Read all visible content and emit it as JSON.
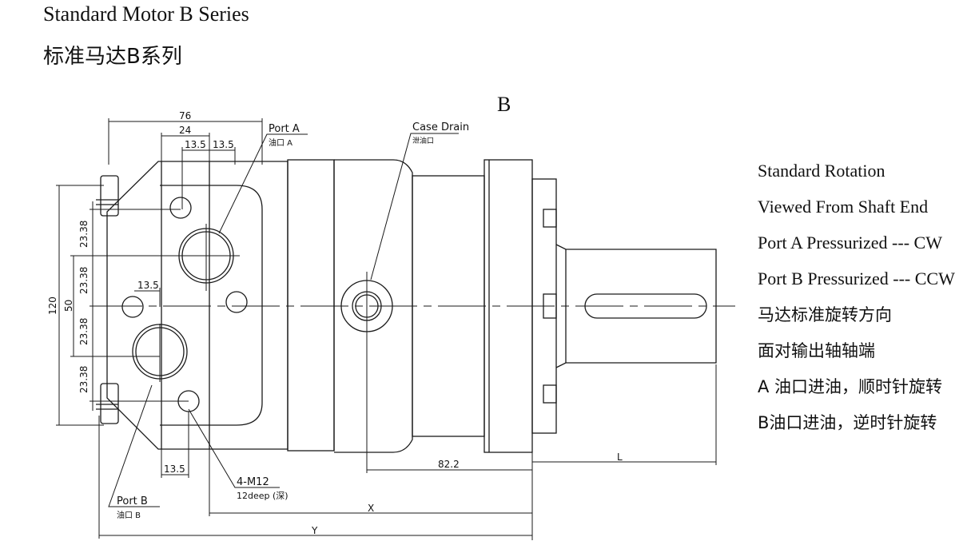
{
  "heading": {
    "title_en": "Standard Motor B Series",
    "title_cn": "标准马达B系列"
  },
  "view_label": "B",
  "notes": [
    "Standard Rotation",
    "Viewed From Shaft End",
    "Port A Pressurized --- CW",
    "Port B Pressurized --- CCW",
    "马达标准旋转方向",
    "面对输出轴轴端",
    "A 油口进油，顺时针旋转",
    "B油口进油，逆时针旋转"
  ],
  "callouts": {
    "port_a": "Port A",
    "port_a_cn": "油口 A",
    "case_drain": "Case Drain",
    "case_drain_cn": "泄油口",
    "port_b": "Port B",
    "port_b_cn": "油口 B",
    "mount": "4-M12",
    "mount_depth": "12deep (深)"
  },
  "dimensions": {
    "d76": "76",
    "d24": "24",
    "d13_5a": "13.5",
    "d13_5b": "13.5",
    "d13_5c": "13.5",
    "d13_5d": "13.5",
    "d23_38a": "23.38",
    "d23_38b": "23.38",
    "d23_38c": "23.38",
    "d23_38d": "23.38",
    "d120": "120",
    "d50": "50",
    "d82_2": "82.2",
    "dL": "L",
    "dX": "X",
    "dY": "Y"
  },
  "colors": {
    "line": "#1a1a1a",
    "background": "#ffffff"
  }
}
